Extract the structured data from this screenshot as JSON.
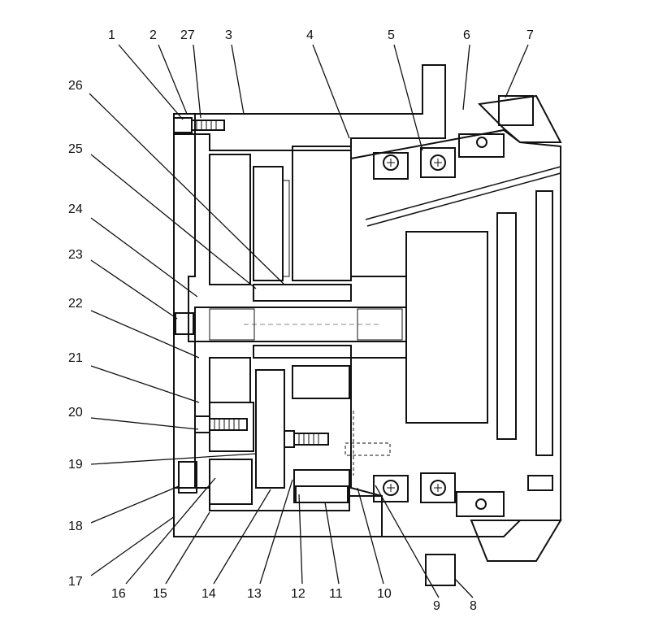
{
  "diagram": {
    "callouts": [
      "1",
      "2",
      "27",
      "3",
      "4",
      "5",
      "6",
      "7",
      "26",
      "25",
      "24",
      "23",
      "22",
      "21",
      "20",
      "19",
      "18",
      "17",
      "16",
      "15",
      "14",
      "13",
      "12",
      "11",
      "10",
      "9",
      "8"
    ]
  }
}
